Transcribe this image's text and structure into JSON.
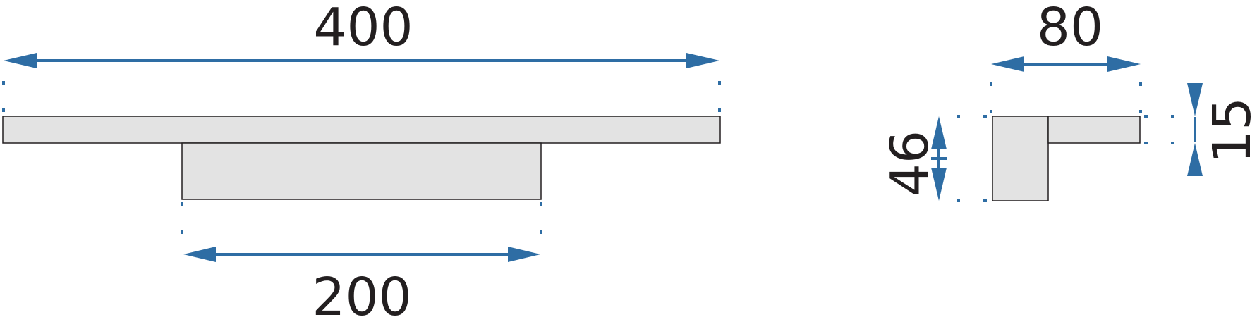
{
  "front_view": {
    "overall_width": "400",
    "base_width": "200"
  },
  "side_view": {
    "depth": "80",
    "height": "46",
    "thickness": "15"
  },
  "colors": {
    "dimension": "#2e6da4",
    "body_fill": "#e3e3e3",
    "outline": "#231f20"
  }
}
